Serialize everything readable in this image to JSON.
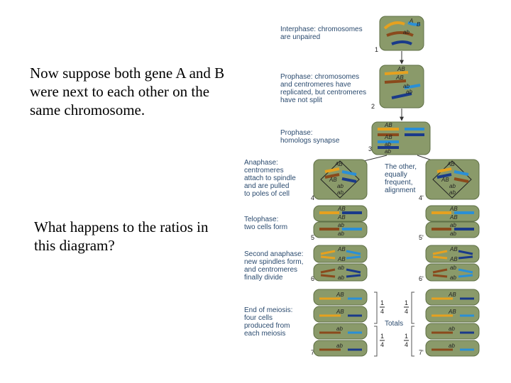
{
  "slide": {
    "text1": "Now suppose both gene A and B were next to each other on the same chromosome.",
    "text2": "What happens to the ratios in this diagram?"
  },
  "diagram": {
    "stages": [
      {
        "label": [
          "Interphase: chromosomes",
          "are unpaired"
        ],
        "num": "1"
      },
      {
        "label": [
          "Prophase: chromosomes",
          "and centromeres have",
          "replicated, but centromeres",
          "have not split"
        ],
        "num": "2"
      },
      {
        "label": [
          "Prophase:",
          "homologs synapse"
        ],
        "num": "3"
      },
      {
        "label": [
          "Anaphase:",
          "centromeres",
          "attach to spindle",
          "and are pulled",
          "to poles of cell"
        ],
        "num": "4",
        "alt_num": "4'"
      },
      {
        "label": [
          "Telophase:",
          "two cells form"
        ],
        "num": "5",
        "alt_num": "5'"
      },
      {
        "label": [
          "Second anaphase:",
          "new spindles form,",
          "and centromeres",
          "finally divide"
        ],
        "num": "6",
        "alt_num": "6'"
      },
      {
        "label": [
          "End of meiosis:",
          "four cells",
          "produced from",
          "each meiosis"
        ],
        "num": "7",
        "alt_num": "7'"
      }
    ],
    "other_alignment": [
      "The other,",
      "equally",
      "frequent,",
      "alignment"
    ],
    "genes": {
      "AB": "AB",
      "ab": "ab",
      "A": "A",
      "B": "B"
    },
    "fractions": {
      "num": "1",
      "den": "4"
    },
    "totals_label": "Totals",
    "colors": {
      "cell": "#8a9a6a",
      "cell_border": "#5e6f45",
      "orange": "#e6a11f",
      "brown": "#8a4a1c",
      "blue": "#2a8fd6",
      "navy": "#1a3a8a",
      "label": "#2b4b6f"
    }
  }
}
